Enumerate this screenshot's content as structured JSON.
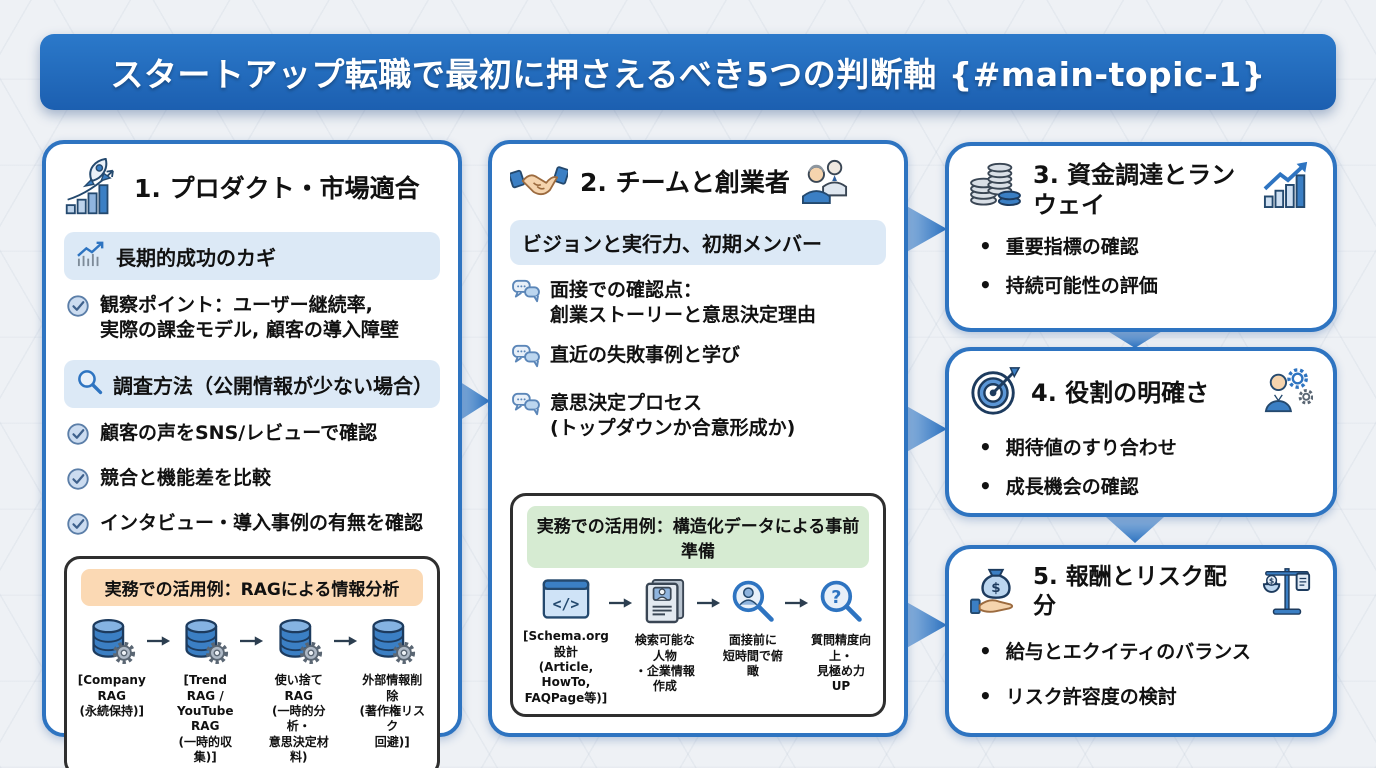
{
  "banner": {
    "title": "スタートアップ転職で最初に押さえるべき5つの判断軸 {#main-topic-1}"
  },
  "colors": {
    "banner_blue": "#1f66b8",
    "card_border_blue": "#2e74c1",
    "band_blue": "#dce9f6",
    "example_band_orange": "#fbd9b4",
    "example_band_green": "#d6ebd2",
    "icon_blue": "#3b7fc4",
    "background": "#eef1f5"
  },
  "card1": {
    "title": "1. プロダクト・市場適合",
    "band1": "長期的成功のカギ",
    "observe": "観察ポイント：ユーザー継続率,\n実際の課金モデル, 顧客の導入障壁",
    "band2": "調査方法（公開情報が少ない場合）",
    "checks": [
      "顧客の声をSNS/レビューで確認",
      "競合と機能差を比較",
      "インタビュー・導入事例の有無を確認"
    ],
    "example": {
      "title": "実務での活用例：RAGによる情報分析",
      "steps": [
        {
          "icon": "database-gear-icon",
          "label": "[Company RAG\n(永続保持)]"
        },
        {
          "icon": "database-gear-icon",
          "label": "[Trend RAG /\nYouTube RAG\n(一時的収集)]"
        },
        {
          "icon": "database-gear-icon",
          "label": "使い捨てRAG\n(一時的分析・\n意思決定材料)"
        },
        {
          "icon": "database-gear-icon",
          "label": "外部情報削除\n(著作権リスク\n回避)]"
        }
      ]
    }
  },
  "card2": {
    "title": "2. チームと創業者",
    "band": "ビジョンと実行力、初期メンバー",
    "bullets": [
      "面接での確認点：\n創業ストーリーと意思決定理由",
      "直近の失敗事例と学び",
      "意思決定プロセス\n(トップダウンか合意形成か)"
    ],
    "example": {
      "title": "実務での活用例：構造化データによる事前準備",
      "steps": [
        {
          "icon": "schema-code-icon",
          "label": "[Schema.org設計\n(Article, HowTo,\nFAQPage等)]"
        },
        {
          "icon": "id-card-icon",
          "label": "検索可能な人物\n・企業情報作成"
        },
        {
          "icon": "magnifier-person-icon",
          "label": "面接前に\n短時間で俯瞰"
        },
        {
          "icon": "magnifier-question-icon",
          "label": "質問精度向上・\n見極め力UP"
        }
      ]
    }
  },
  "card3": {
    "title": "3. 資金調達とランウェイ",
    "bullets": [
      "重要指標の確認",
      "持続可能性の評価"
    ]
  },
  "card4": {
    "title": "4. 役割の明確さ",
    "bullets": [
      "期待値のすり合わせ",
      "成長機会の確認"
    ]
  },
  "card5": {
    "title": "5. 報酬とリスク配分",
    "bullets": [
      "給与とエクイティのバランス",
      "リスク許容度の検討"
    ]
  }
}
